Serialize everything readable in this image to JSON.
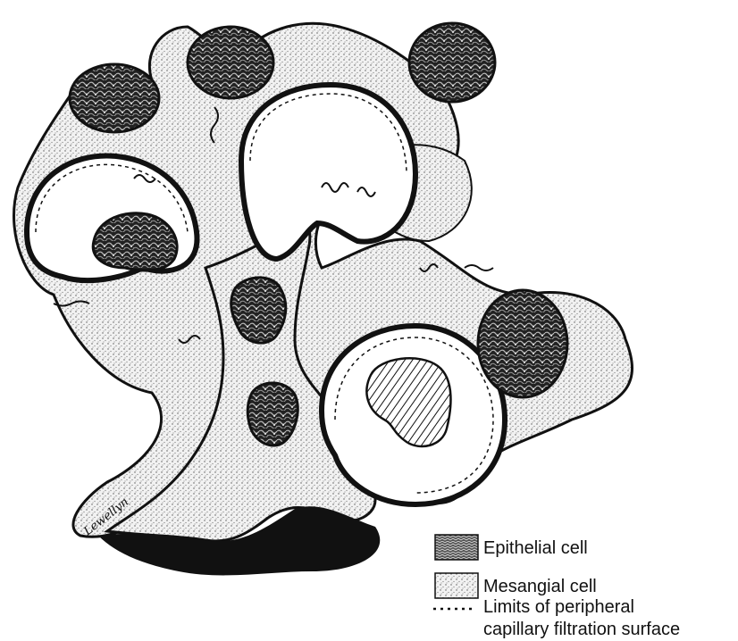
{
  "signature": "Lewellyn",
  "legend": {
    "epithelial_label": "Epithelial cell",
    "mesangial_label": "Mesangial cell",
    "limits_label_line1": "Limits of peripheral",
    "limits_label_line2": "capillary filtration surface"
  },
  "colors": {
    "ink": "#111111",
    "paper": "#ffffff",
    "stipple": "#cfcfcf"
  }
}
